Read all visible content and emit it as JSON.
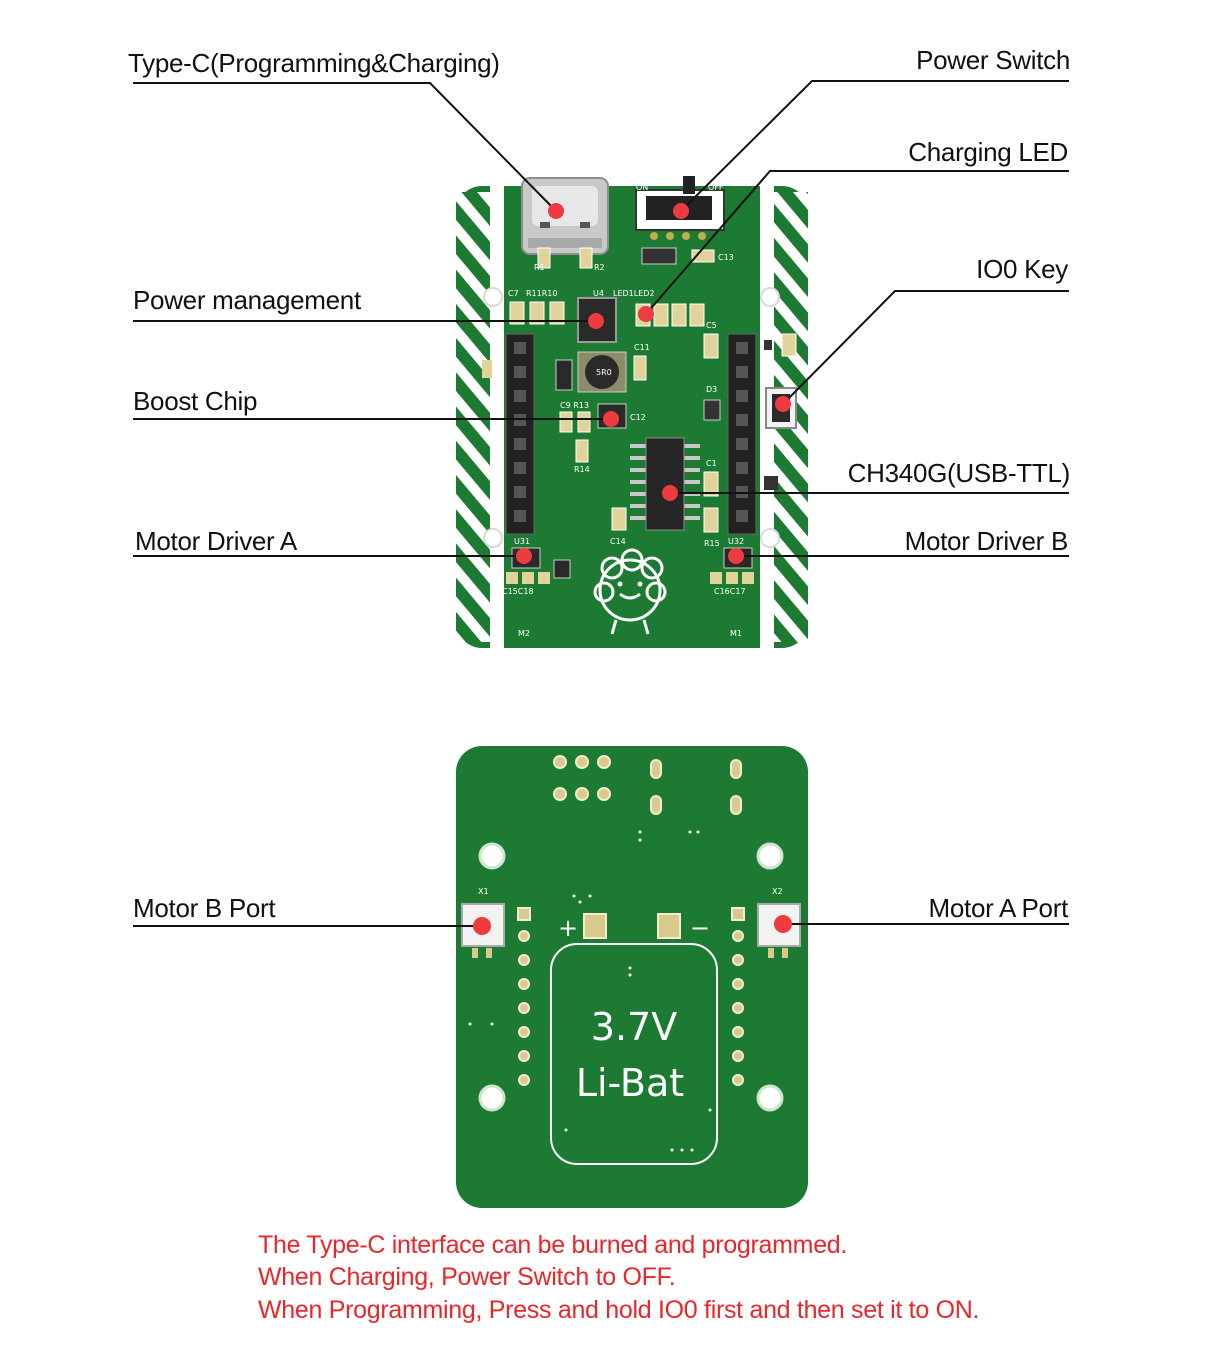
{
  "callouts": {
    "type_c": "Type-C(Programming&Charging)",
    "power_switch": "Power Switch",
    "charging_led": "Charging LED",
    "io0_key": "IO0 Key",
    "power_management": "Power management",
    "boost_chip": "Boost Chip",
    "ch340g": "CH340G(USB-TTL)",
    "motor_driver_a": "Motor Driver A",
    "motor_driver_b": "Motor Driver B",
    "motor_b_port": "Motor B Port",
    "motor_a_port": "Motor A Port"
  },
  "battery": {
    "voltage": "3.7V",
    "type": "Li-Bat",
    "plus": "+",
    "minus": "−"
  },
  "silkscreen": {
    "on": "ON",
    "off": "OFF",
    "m1": "M1",
    "m2": "M2",
    "x1": "X1",
    "x2": "X2",
    "u31": "U31",
    "u32": "U32",
    "u4": "U4",
    "r1": "R1",
    "r2": "R2",
    "c13": "C13",
    "c7": "C7",
    "r11r10": "R11R10",
    "led": "LED1LED2",
    "c5": "C5",
    "c11": "C11",
    "c9r13": "C9 R13",
    "c12": "C12",
    "r14": "R14",
    "d3": "D3",
    "c1": "C1",
    "c14": "C14",
    "r15": "R15",
    "c15c18": "C15C18",
    "c16c17": "C16C17",
    "inductor": "5R0"
  },
  "notes": [
    "The Type-C interface can be burned and programmed.",
    "When Charging, Power Switch to OFF.",
    "When Programming, Press and hold IO0 first and then set it to ON."
  ],
  "colors": {
    "pcb": "#1c7a32",
    "marker": "#ee3b3f",
    "note_text": "#e8262b"
  }
}
